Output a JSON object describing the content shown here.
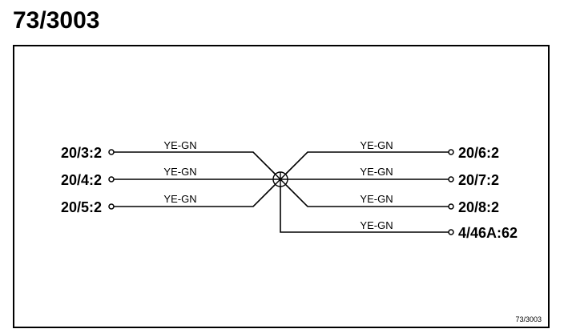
{
  "diagram": {
    "title": "73/3003",
    "reference": "73/3003",
    "splice_name": "splice-symbol",
    "left_connections": [
      {
        "terminal": "20/3:2",
        "wire_color": "YE-GN"
      },
      {
        "terminal": "20/4:2",
        "wire_color": "YE-GN"
      },
      {
        "terminal": "20/5:2",
        "wire_color": "YE-GN"
      }
    ],
    "right_connections": [
      {
        "terminal": "20/6:2",
        "wire_color": "YE-GN"
      },
      {
        "terminal": "20/7:2",
        "wire_color": "YE-GN"
      },
      {
        "terminal": "20/8:2",
        "wire_color": "YE-GN"
      },
      {
        "terminal": "4/46A:62",
        "wire_color": "YE-GN"
      }
    ]
  }
}
